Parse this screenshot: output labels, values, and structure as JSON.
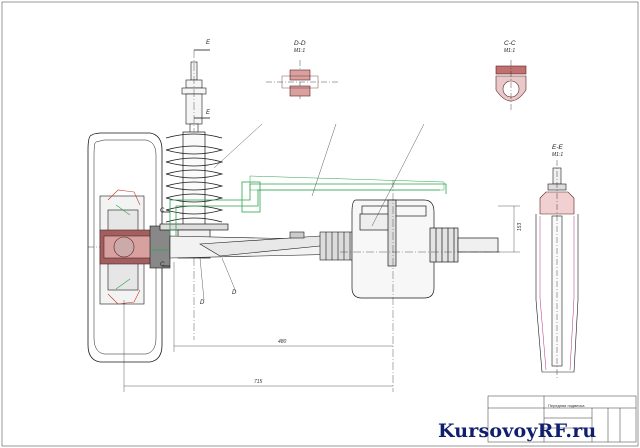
{
  "sections": {
    "d": {
      "label": "D-D",
      "scale": "M1:1"
    },
    "c": {
      "label": "C-C",
      "scale": "M1:1"
    },
    "e": {
      "label": "E-E",
      "scale": "M1:1"
    }
  },
  "markers": {
    "e_top": "E",
    "e_bottom": "E",
    "c_top": "C",
    "c_bottom": "C",
    "d_left": "D",
    "d_right": "D"
  },
  "dimensions": {
    "track_half": "480",
    "overall": "715",
    "height": "153"
  },
  "title_block": {
    "title": "Передняя подвеска"
  },
  "watermark": "KursovoyRF.ru",
  "colors": {
    "line": "#1a1a1a",
    "green": "#2ea44f",
    "red": "#c0392b",
    "magenta": "#b03080",
    "background": "#ffffff",
    "watermark": "#0f1f6e"
  }
}
